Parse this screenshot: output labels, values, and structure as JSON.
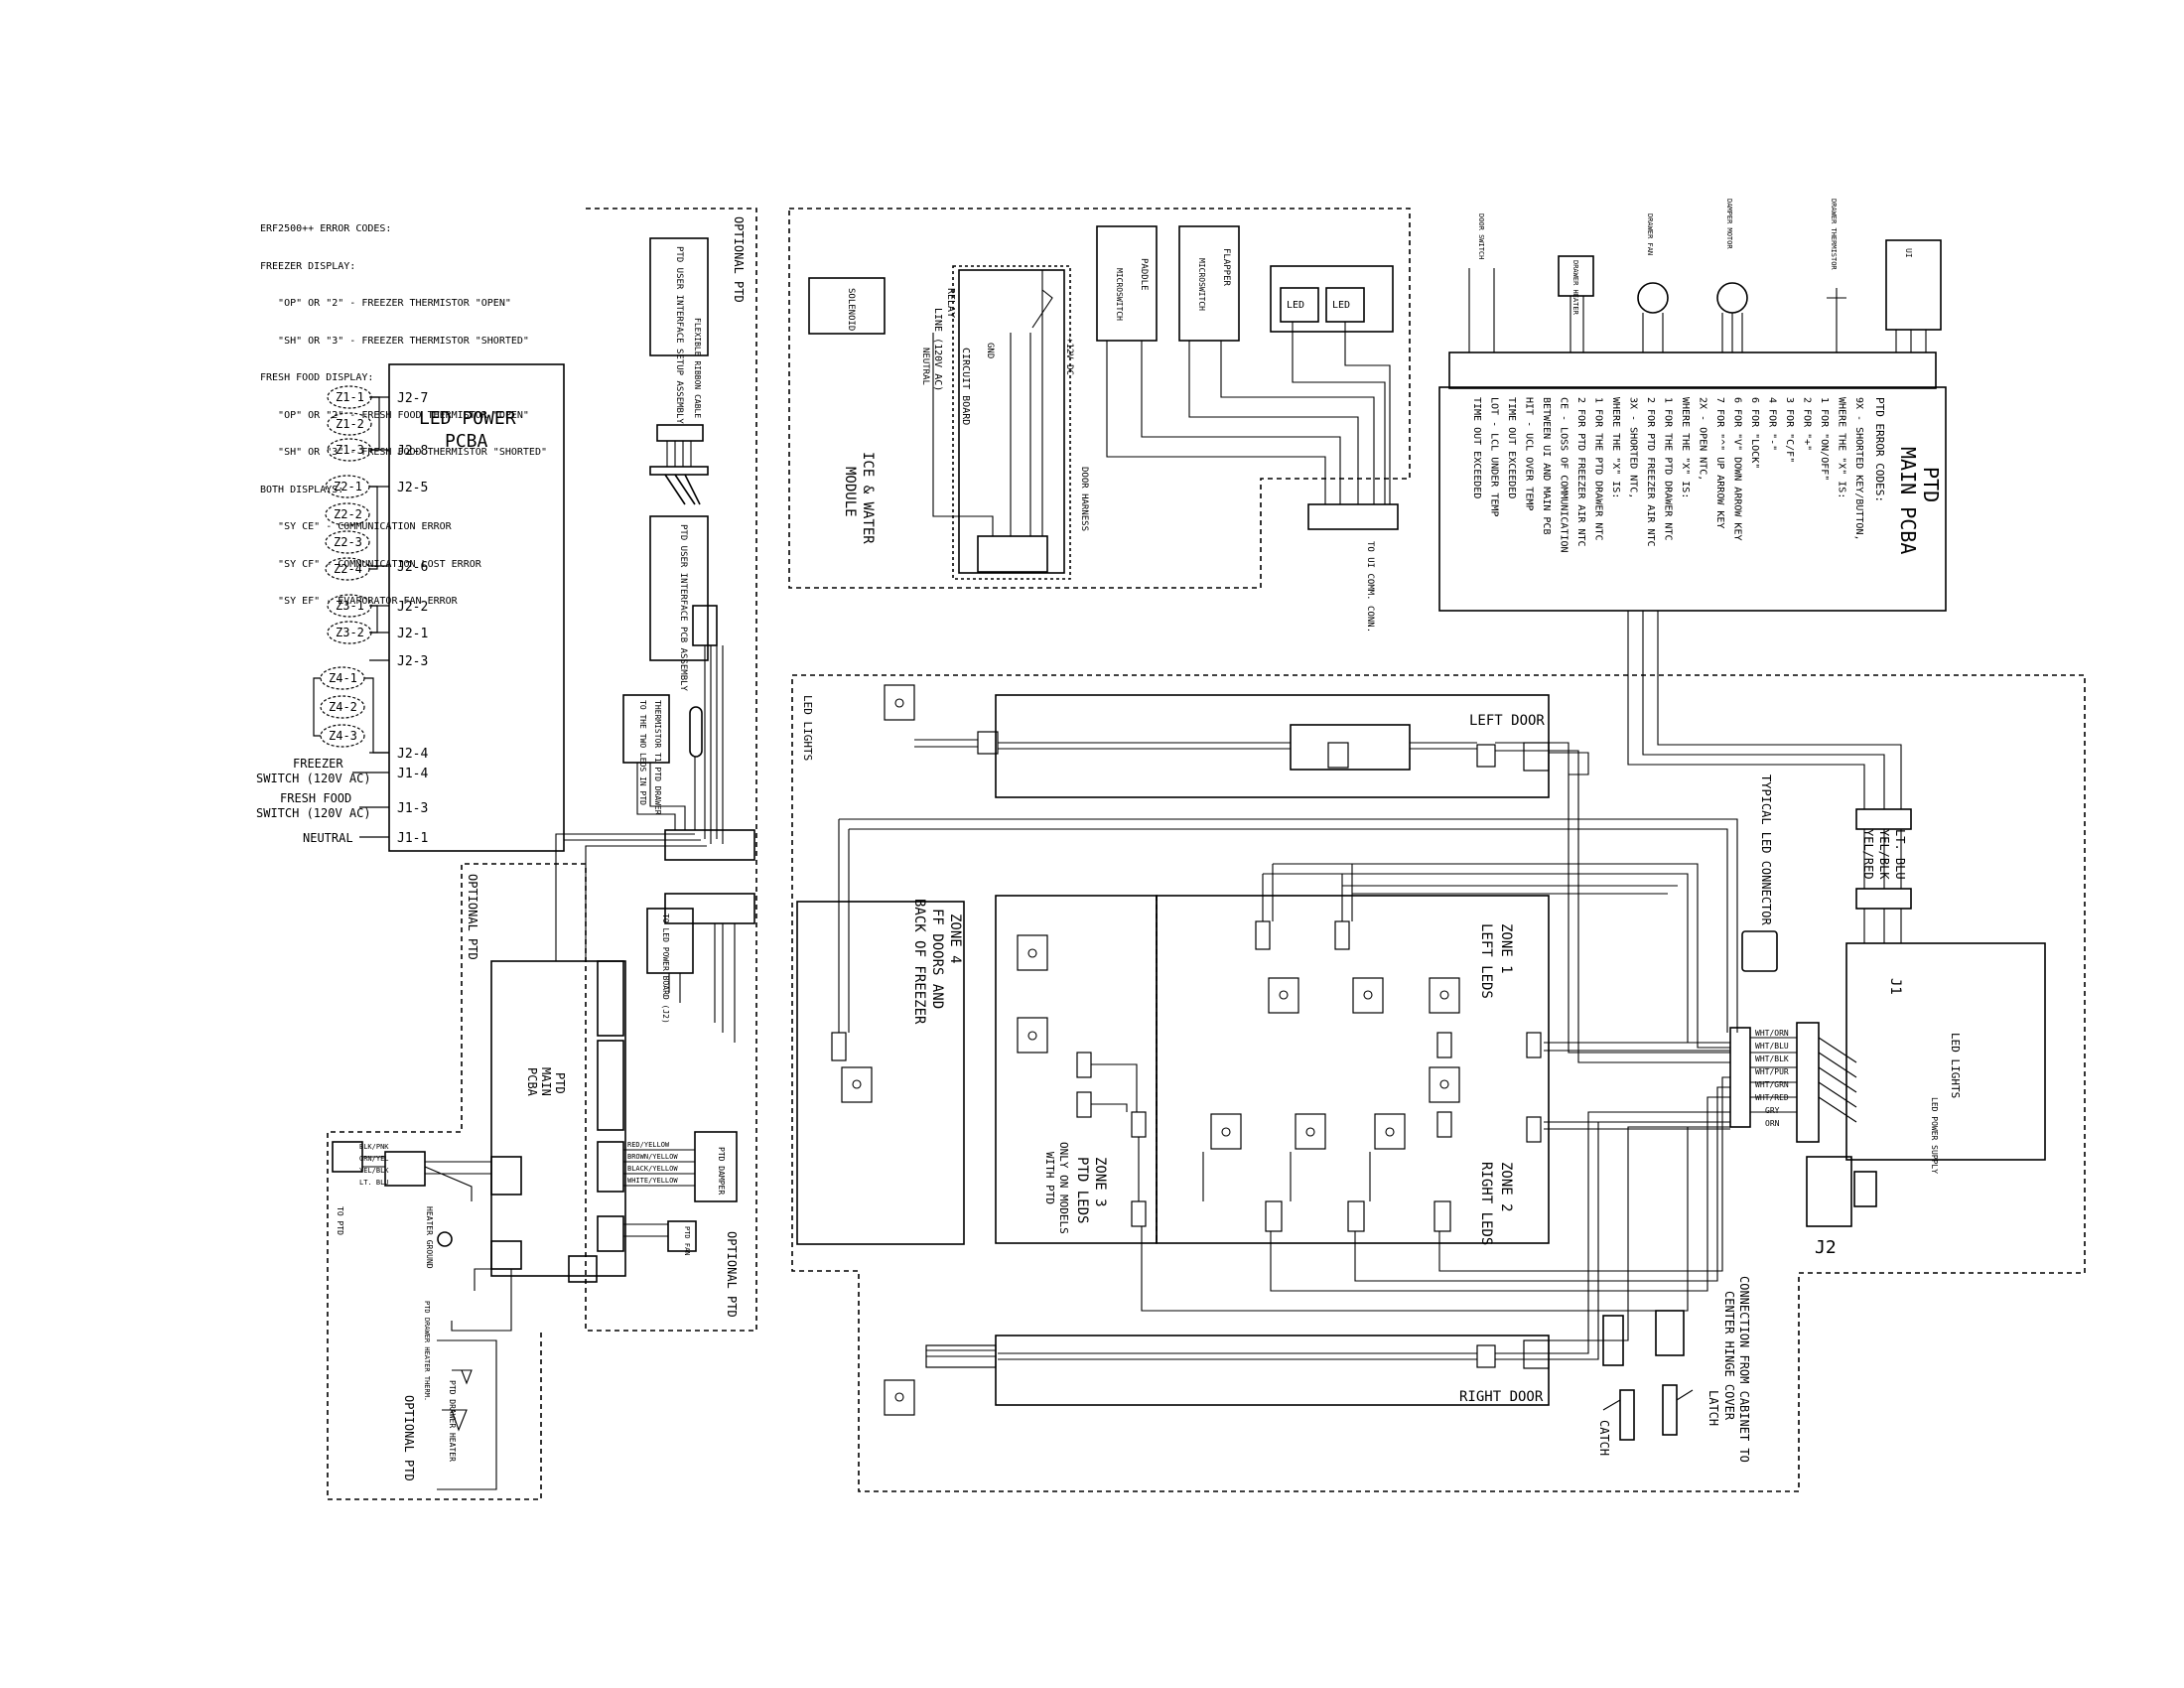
{
  "error_codes": {
    "title": "ERF2500++ ERROR CODES:",
    "lines": [
      "FREEZER DISPLAY:",
      "   \"OP\" OR \"2\" - FREEZER THERMISTOR \"OPEN\"",
      "   \"SH\" OR \"3\" - FREEZER THERMISTOR \"SHORTED\"",
      "FRESH FOOD DISPLAY:",
      "   \"OP\" OR \"2\" - FRESH FOOD THERMISTOR \"OPEN\"",
      "   \"SH\" OR \"3\" - FRESH FOOD THERMISTOR \"SHORTED\"",
      "BOTH DISPLAYS:",
      "   \"SY CE\" - COMMUNICATION ERROR",
      "   \"SY CF\" - COMMUNICATION LOST ERROR",
      "   \"SY EF\" - EVAPORATOR FAN ERROR"
    ]
  },
  "led_power": {
    "title1": "LED POWER",
    "title2": "PCBA",
    "pins": [
      "J2-7",
      "J2-8",
      "J2-5",
      "J2-6",
      "J2-2",
      "J2-1",
      "J2-3",
      "J2-4",
      "J1-4",
      "J1-3",
      "J1-1"
    ],
    "zones": [
      "Z1-1",
      "Z1-2",
      "Z1-3",
      "Z2-1",
      "Z2-2",
      "Z2-3",
      "Z2-4",
      "Z3-1",
      "Z3-2",
      "Z4-1",
      "Z4-2",
      "Z4-3"
    ],
    "freezer_switch1": "FREEZER",
    "freezer_switch2": "SWITCH (120V AC)",
    "fresh_switch1": "FRESH FOOD",
    "fresh_switch2": "SWITCH (120V AC)",
    "neutral": "NEUTRAL"
  },
  "optional_ptd": "OPTIONAL PTD",
  "ptd_ui": {
    "setup": "PTD USER INTERFACE SETUP ASSEMBLY",
    "ribbon": "FLEXIBLE RIBBON CABLE",
    "pcb": "PTD USER INTERFACE PCB ASSEMBLY",
    "thermistor": "THERMISTOR T1 PTD DRAWER",
    "to_two": "TO THE TWO LEDS IN PTD",
    "to_led": "TO LED POWER BOARD (J2)"
  },
  "ice_water": {
    "title1": "ICE & WATER",
    "title2": "MODULE",
    "relay": "RELAY",
    "circuit": "CIRCUIT BOARD",
    "gnd": "GND",
    "v12": "+12V DC",
    "line": "LINE (120V AC)",
    "neutral": "NEUTRAL",
    "solenoid": "SOLENOID",
    "paddle": "PADDLE",
    "flapper": "FLAPPER",
    "microswitch": "MICROSWITCH",
    "led": "LED",
    "door_harness": "DOOR HARNESS",
    "to_ui": "TO UI COMM. CONN."
  },
  "ptd_main": {
    "title1": "PTD",
    "title2": "MAIN PCBA",
    "codes_title": "PTD ERROR CODES:",
    "codes": [
      "9X - SHORTED KEY/BUTTON,",
      "     WHERE THE \"X\" IS:",
      "     1 FOR \"ON/OFF\"",
      "     2 FOR \"+\"",
      "     3 FOR \"C/F\"",
      "     4 FOR \"-\"",
      "     6 FOR \"LOCK\"",
      "     6 FOR \"V\" DOWN ARROW KEY",
      "     7 FOR \"^\" UP ARROW KEY",
      "2X - OPEN NTC,",
      "     WHERE THE \"X\" IS:",
      "     1 FOR THE PTD DRAWER NTC",
      "     2 FOR PTD FREEZER AIR NTC",
      "3X - SHORTED NTC,",
      "     WHERE THE \"X\" IS:",
      "     1 FOR THE PTD DRAWER NTC",
      "     2 FOR PTD FREEZER AIR NTC",
      "CE - LOSS OF COMMUNICATION",
      "     BETWEEN UI AND MAIN PCB",
      "HIT - UCL OVER TEMP",
      "     TIME OUT EXCEEDED",
      "LOT - LCL UNDER TEMP",
      "     TIME OUT EXCEEDED"
    ],
    "door_switch": "DOOR SWITCH",
    "drawer_heater": "DRAWER HEATER",
    "drawer_fan": "DRAWER FAN",
    "damper_motor": "DAMPER MOTOR",
    "drawer_therm": "DRAWER THERMISTOR",
    "ui": "UI"
  },
  "led_lights": {
    "label": "LED LIGHTS",
    "left_door": "LEFT DOOR",
    "right_door": "RIGHT DOOR",
    "zone1": "ZONE 1",
    "zone1b": "LEFT LEDS",
    "zone2": "ZONE 2",
    "zone2b": "RIGHT LEDS",
    "zone3": "ZONE 3",
    "zone3b": "PTD LEDS",
    "zone3c": "ONLY ON MODELS",
    "zone3d": "WITH PTD",
    "zone4": "ZONE 4",
    "zone4b": "FF DOORS AND",
    "zone4c": "BACK OF FREEZER",
    "typical": "TYPICAL LED CONNECTOR",
    "connection1": "CONNECTION FROM CABINET TO",
    "connection2": "CENTER HINGE COVER",
    "latch": "LATCH",
    "catch": "CATCH",
    "j1": "J1",
    "j2": "J2",
    "lt_blu": "LT. BLU",
    "yel_blk": "YEL/BLK",
    "yel_red": "YEL/RED",
    "led_power_supply": "LED POWER SUPPLY",
    "wires": [
      "WHT/ORN",
      "WHT/BLU",
      "WHT/BLK",
      "WHT/PUR",
      "WHT/GRN",
      "WHT/RED",
      "GRY",
      "ORN"
    ]
  },
  "ptd_main2": {
    "title1": "PTD",
    "title2": "MAIN",
    "title3": "PCBA",
    "damper": "PTD DAMPER",
    "fan": "PTD FAN",
    "wires_j6": [
      "RED/YELLOW",
      "BROWN/YELLOW",
      "BLACK/YELLOW",
      "WHITE/YELLOW"
    ],
    "wires_j3": [
      "BLK/PNK",
      "GRN/YEL",
      "YEL/BLK",
      "LT. BLU"
    ],
    "to_ptd": "TO PTD",
    "heater_ground": "HEATER GROUND",
    "drawer_heater": "PTD DRAWER HEATER",
    "heater_therm": "PTD DRAWER HEATER THERM."
  }
}
